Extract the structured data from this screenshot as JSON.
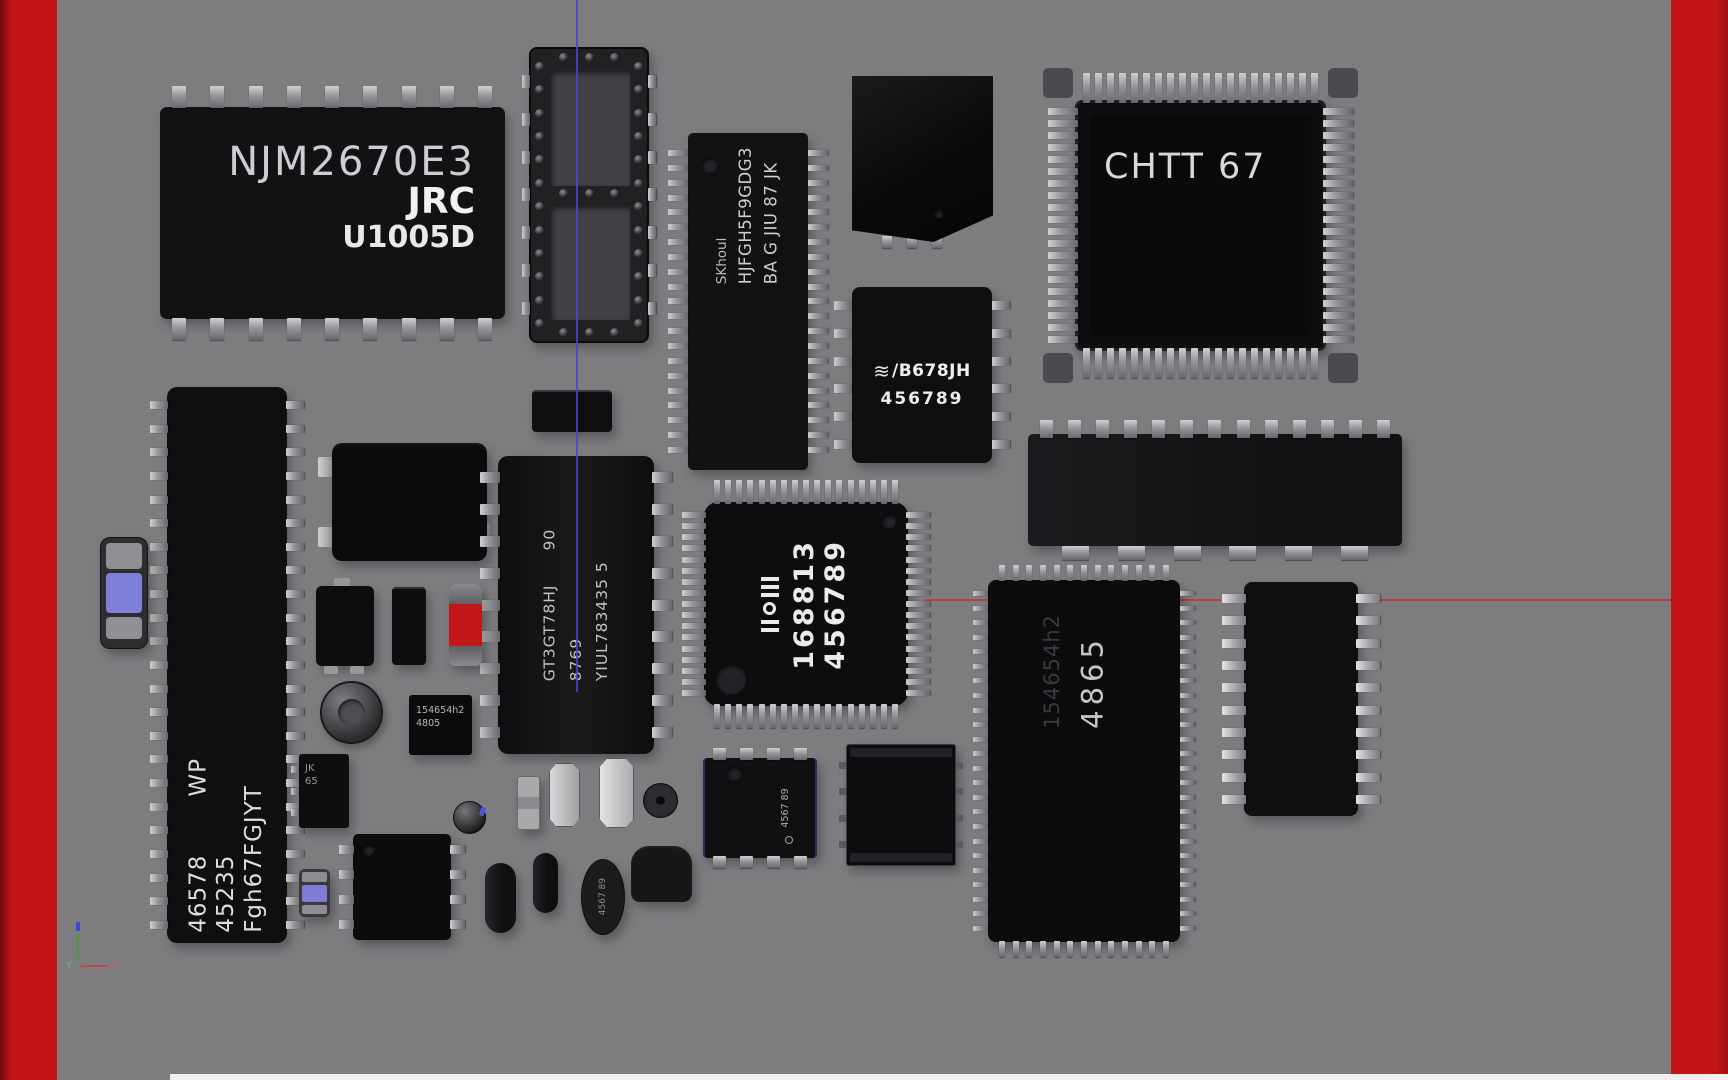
{
  "scene": {
    "background": "#7d7d80",
    "frame_color": "#c21414",
    "guide_blue": "#4646cc",
    "guide_red": "#b94040",
    "bottom_strip": "#f0f0ef"
  },
  "chips": {
    "njm": {
      "model": "NJM2670E3",
      "brand": "JRC",
      "code": "U1005D"
    },
    "skhoul": {
      "lines": [
        "SKhoul",
        "HJFGH5F9GDG3",
        "BA G JIU 87 JK"
      ]
    },
    "chtt": {
      "label": "CHTT 67"
    },
    "b678": {
      "logo": "≋",
      "part": "/B678JH",
      "serial": "456789"
    },
    "qfp_center": {
      "serial1": "168813",
      "serial2": "456789"
    },
    "dip_left": {
      "num1": "46578",
      "num1b": "WP",
      "num2": "45235",
      "num3": "Fgh67FGJYT"
    },
    "gt3": {
      "part": "GT3GT78HJ",
      "rev": "90",
      "num": "8769",
      "code": "YIUL783435 5"
    },
    "chip154": {
      "line1": "154654h2",
      "line2": "4805"
    },
    "jk": {
      "line1": "JK",
      "line2": "65"
    },
    "qfp_right": {
      "faint": "154654h2",
      "label": "4865"
    },
    "oval": {
      "label": "4567 89"
    },
    "dip8": {
      "label": "4567 89"
    }
  },
  "gizmo": {
    "x_label": "X",
    "y_label": "Y"
  }
}
